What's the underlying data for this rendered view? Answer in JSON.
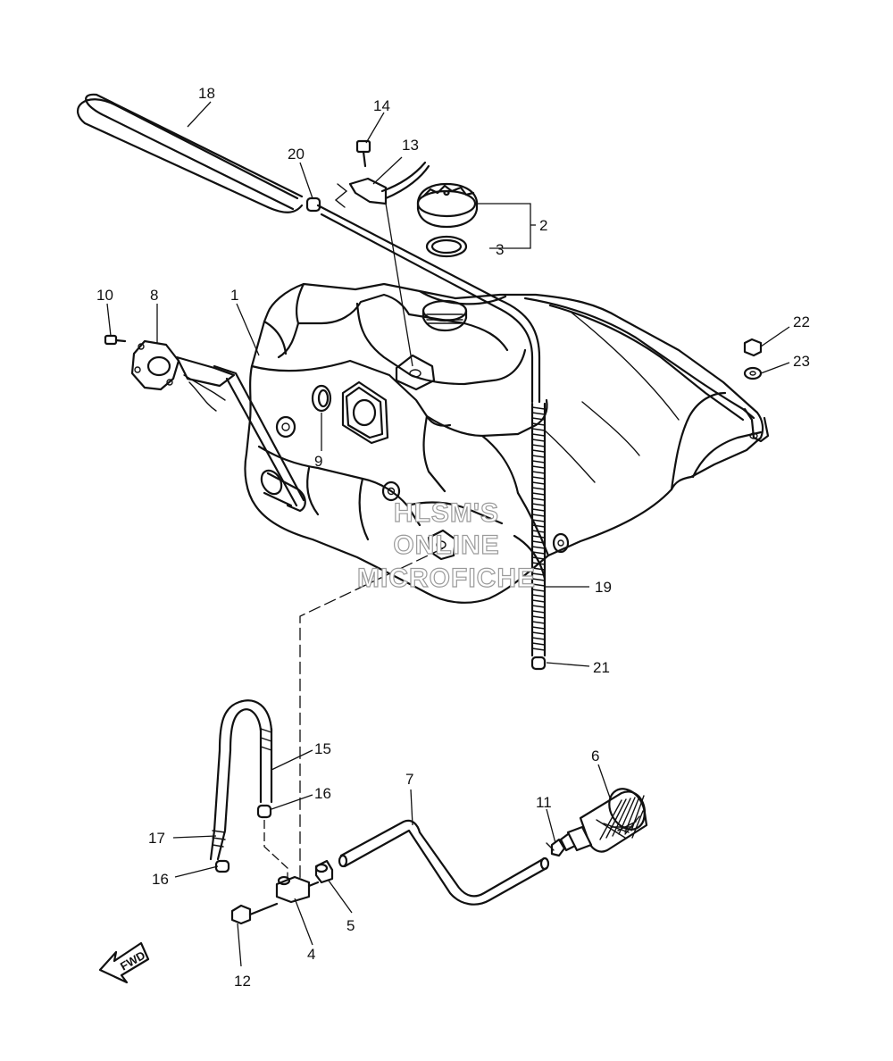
{
  "diagram": {
    "callouts": [
      {
        "id": "1",
        "label": "1"
      },
      {
        "id": "2",
        "label": "2"
      },
      {
        "id": "3",
        "label": "3"
      },
      {
        "id": "4",
        "label": "4"
      },
      {
        "id": "5",
        "label": "5"
      },
      {
        "id": "6",
        "label": "6"
      },
      {
        "id": "7",
        "label": "7"
      },
      {
        "id": "8",
        "label": "8"
      },
      {
        "id": "9",
        "label": "9"
      },
      {
        "id": "10",
        "label": "10"
      },
      {
        "id": "11",
        "label": "11"
      },
      {
        "id": "12",
        "label": "12"
      },
      {
        "id": "13",
        "label": "13"
      },
      {
        "id": "14",
        "label": "14"
      },
      {
        "id": "15",
        "label": "15"
      },
      {
        "id": "16a",
        "label": "16"
      },
      {
        "id": "16b",
        "label": "16"
      },
      {
        "id": "17",
        "label": "17"
      },
      {
        "id": "18",
        "label": "18"
      },
      {
        "id": "19",
        "label": "19"
      },
      {
        "id": "20",
        "label": "20"
      },
      {
        "id": "21",
        "label": "21"
      },
      {
        "id": "22",
        "label": "22"
      },
      {
        "id": "23",
        "label": "23"
      }
    ],
    "watermark": {
      "line1": "HLSM'S",
      "line2": "ONLINE",
      "line3": "MICROFICHE"
    },
    "direction_label": "FWD"
  }
}
